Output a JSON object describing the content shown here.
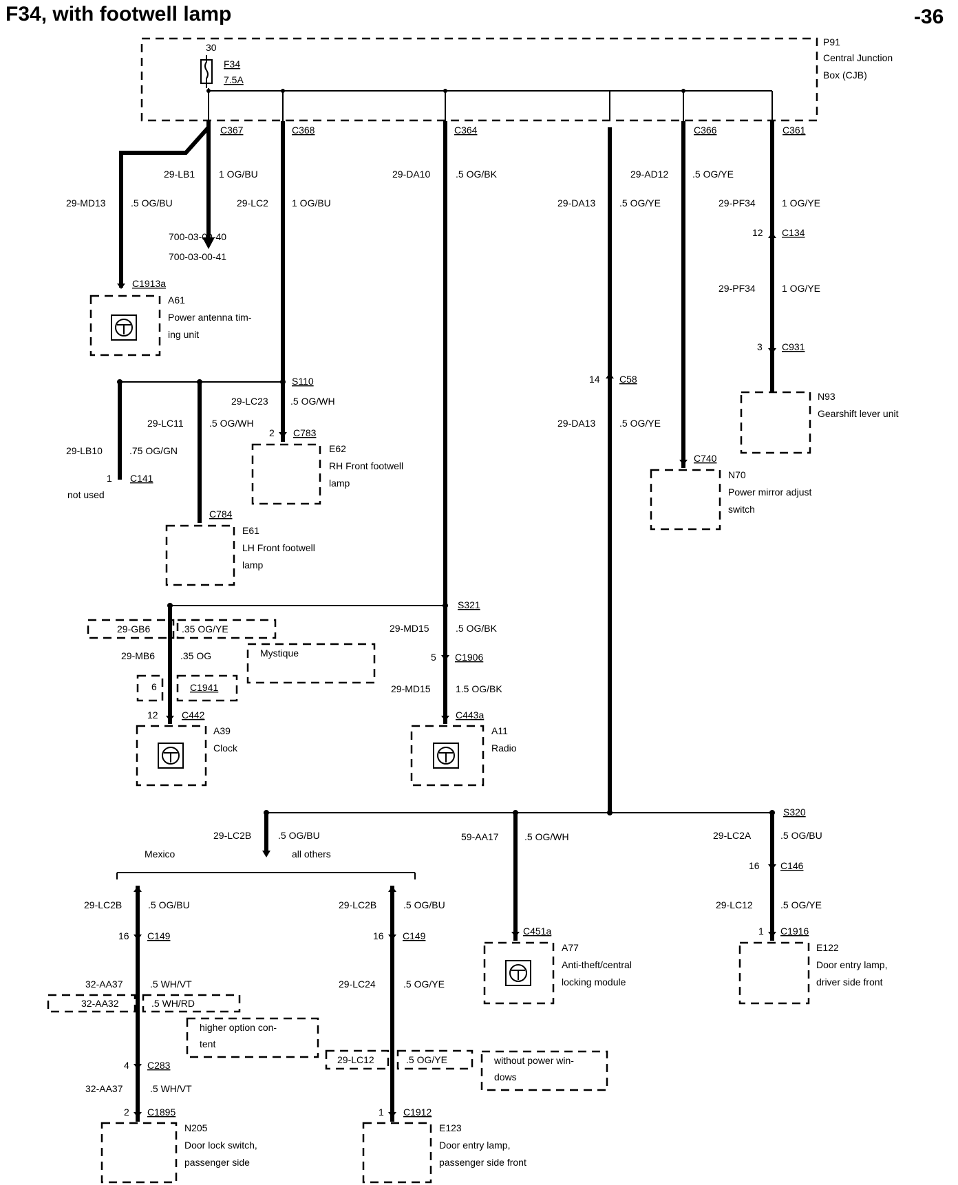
{
  "header": {
    "title": "F34, with footwell lamp",
    "page": "-36"
  },
  "cjb": {
    "ref": "P91",
    "name_line1": "Central Junction",
    "name_line2": "Box (CJB)",
    "pin": "30",
    "fuse": "F34",
    "fuse_rating": "7.5A"
  },
  "connectors": {
    "c367": "C367",
    "c368": "C368",
    "c364": "C364",
    "c366": "C366",
    "c361": "C361",
    "c1913a": "C1913a",
    "c134": "C134",
    "c931": "C931",
    "s110": "S110",
    "c783": "C783",
    "c141": "C141",
    "c784": "C784",
    "c58": "C58",
    "c740": "C740",
    "s321": "S321",
    "c1906": "C1906",
    "c1941": "C1941",
    "c442": "C442",
    "c443a": "C443a",
    "s320": "S320",
    "c146": "C146",
    "c149a": "C149",
    "c149b": "C149",
    "c451a": "C451a",
    "c1916": "C1916",
    "c283": "C283",
    "c1895": "C1895",
    "c1912": "C1912"
  },
  "wires": {
    "w_lb1": "29-LB1",
    "w_lb1_spec": "1 OG/BU",
    "w_md13": "29-MD13",
    "w_md13_spec": ".5 OG/BU",
    "w_lc2": "29-LC2",
    "w_lc2_spec": "1 OG/BU",
    "ref1": "700-03-00-40",
    "ref2": "700-03-00-41",
    "w_da10": "29-DA10",
    "w_da10_spec": ".5 OG/BK",
    "w_ad12": "29-AD12",
    "w_ad12_spec": ".5 OG/YE",
    "w_da13": "29-DA13",
    "w_da13_spec": ".5 OG/YE",
    "w_pf34a": "29-PF34",
    "w_pf34a_spec": "1 OG/YE",
    "w_pf34b": "29-PF34",
    "w_pf34b_spec": "1 OG/YE",
    "w_lc23": "29-LC23",
    "w_lc23_spec": ".5 OG/WH",
    "w_lc11": "29-LC11",
    "w_lc11_spec": ".5 OG/WH",
    "w_lb10": "29-LB10",
    "w_lb10_spec": ".75 OG/GN",
    "w_da13b": "29-DA13",
    "w_da13b_spec": ".5 OG/YE",
    "w_gb6": "29-GB6",
    "w_gb6_spec": ".35 OG/YE",
    "w_mb6": "29-MB6",
    "w_mb6_spec": ".35 OG",
    "w_md15a": "29-MD15",
    "w_md15a_spec": ".5 OG/BK",
    "w_md15b": "29-MD15",
    "w_md15b_spec": "1.5 OG/BK",
    "w_lc2b": "29-LC2B",
    "w_lc2b_spec": ".5 OG/BU",
    "w_aa17": "59-AA17",
    "w_aa17_spec": ".5 OG/WH",
    "w_lc2a": "29-LC2A",
    "w_lc2a_spec": ".5 OG/BU",
    "w_lc2b_l": "29-LC2B",
    "w_lc2b_l_spec": ".5 OG/BU",
    "w_lc2b_r": "29-LC2B",
    "w_lc2b_r_spec": ".5 OG/BU",
    "w_lc12": "29-LC12",
    "w_lc12_spec": ".5 OG/YE",
    "w_aa37a": "32-AA37",
    "w_aa37a_spec": ".5 WH/VT",
    "w_aa32": "32-AA32",
    "w_aa32_spec": ".5 WH/RD",
    "w_lc24": "29-LC24",
    "w_lc24_spec": ".5 OG/YE",
    "w_lc12b": "29-LC12",
    "w_lc12b_spec": ".5 OG/YE",
    "w_aa37b": "32-AA37",
    "w_aa37b_spec": ".5 WH/VT"
  },
  "pins": {
    "p12a": "12",
    "p3": "3",
    "p14": "14",
    "p2a": "2",
    "p1a": "1",
    "p5": "5",
    "p6": "6",
    "p12b": "12",
    "p16a": "16",
    "p16b": "16",
    "p16c": "16",
    "p1b": "1",
    "p4": "4",
    "p2b": "2",
    "p1c": "1"
  },
  "components": {
    "a61_ref": "A61",
    "a61_l1": "Power antenna tim-",
    "a61_l2": "ing unit",
    "n93_ref": "N93",
    "n93_l1": "Gearshift lever unit",
    "e62_ref": "E62",
    "e62_l1": "RH Front footwell",
    "e62_l2": "lamp",
    "e61_ref": "E61",
    "e61_l1": "LH Front footwell",
    "e61_l2": "lamp",
    "n70_ref": "N70",
    "n70_l1": "Power mirror adjust",
    "n70_l2": "switch",
    "a39_ref": "A39",
    "a39_l1": "Clock",
    "a11_ref": "A11",
    "a11_l1": "Radio",
    "a77_ref": "A77",
    "a77_l1": "Anti-theft/central",
    "a77_l2": "locking module",
    "e122_ref": "E122",
    "e122_l1": "Door entry lamp,",
    "e122_l2": "driver side front",
    "n205_ref": "N205",
    "n205_l1": "Door lock switch,",
    "n205_l2": "passenger side",
    "e123_ref": "E123",
    "e123_l1": "Door entry lamp,",
    "e123_l2": "passenger side front"
  },
  "notes": {
    "not_used": "not used",
    "mystique": "Mystique",
    "mexico": "Mexico",
    "all_others": "all others",
    "higher1": "higher option con-",
    "higher2": "tent",
    "without1": "without power win-",
    "without2": "dows"
  }
}
